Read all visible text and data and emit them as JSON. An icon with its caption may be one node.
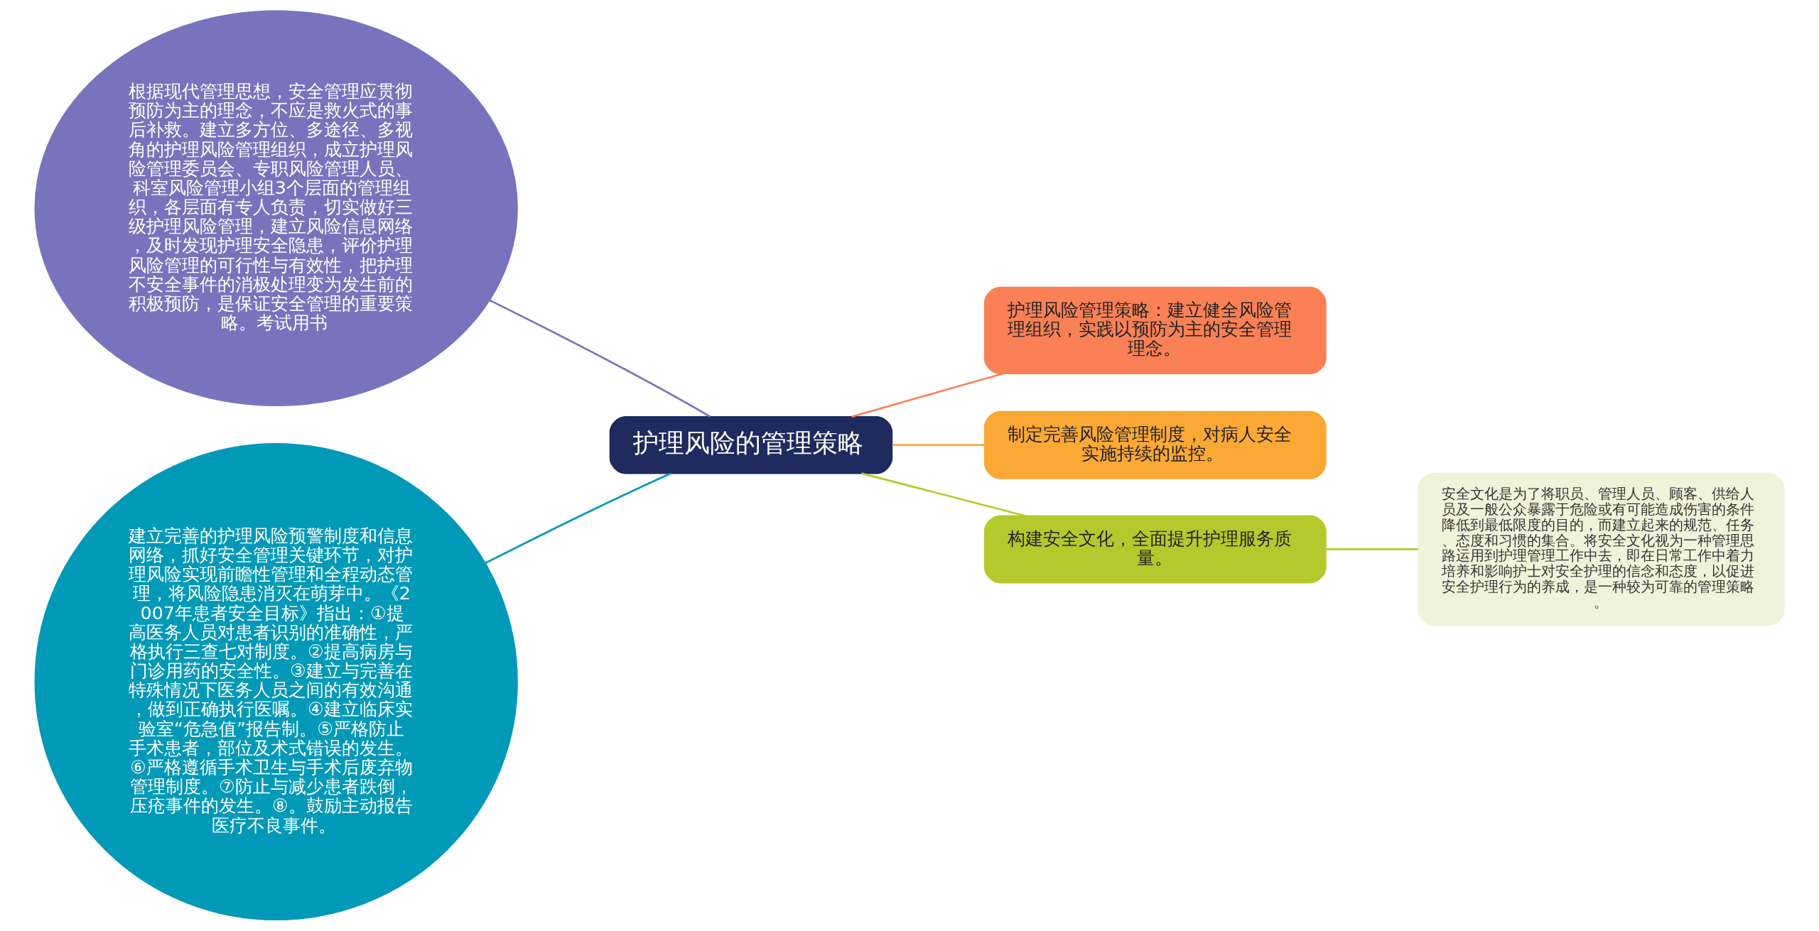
{
  "diagram": {
    "nodes": [
      {
        "text": [
          "护理风险的管理策略"
        ]
      },
      {
        "text": [
          "根据现代管理思想，安全管理应贯彻预防为主的理念，不应是救火式的事后补救。建立多方位、多途径、多视角的护理风险管理组织，成立护理风险管理委员会、专职风险管理人员、科室风险管理小组3个层面的管理组织，各层面有专人负责，切实做好三级护理风险管理，建立风险信息网络，及时发现护理安全隐患，评价护理风险管理的可行性与有效性，把护理不安全事件的消极处理变为发生前的积极预防，是保证安全管理的重要策略。考试用书"
        ]
      },
      {
        "text": [
          "建立完善的护理风险预警制度和信息网络，抓好安全管理关键环节，对护理风险实现前瞻性管理和全程动态管理，将风险隐患消灭在萌芽中。《2007年患者安全目标》指出：①提高医务人员对患者识别的准确性，严格执行三查七对制度。②提高病房与门诊用药的安全性。③建立与完善在特殊情况下医务人员之间的有效沟通，做到正确执行医嘱。④建立临床实验室“危急值”报告制。⑤严格防止手术患者，部位及术式错误的发生。⑥严格遵循手术卫生与手术后废弃物管理制度。⑦防止与减少患者跌倒，压疮事件的发生。⑧。鼓励主动报告医疗不良事件。"
        ]
      },
      {
        "text": [
          "护理风险管理策略：建立健全风险管理组织，实践以预防为主的安全管理理念。"
        ]
      },
      {
        "text": [
          "制定完善风险管理制度，对病人安全实施持续的监控。"
        ]
      },
      {
        "text": [
          "构建安全文化，全面提升护理服务质量。"
        ]
      },
      {
        "text": [
          "安全文化是为了将职员、管理人员、顾客、供给人员及一般公众暴露于危险或有可能造成伤害的条件降低到最低限度的目的，而建立起来的规范、任务、态度和习惯的集合。将安全文化视为一种管理思路运用到护理管理工作中去，即在日常工作中着力培养和影响护士对安全护理的信念和态度，以促进安全护理行为的养成，是一种较为可靠的管理策略。"
        ]
      }
    ],
    "edges": [
      {
        "from": 0,
        "to": 1,
        "arrow": "none",
        "color": "#7774bd"
      },
      {
        "from": 0,
        "to": 2,
        "arrow": "none",
        "color": "#0099b8"
      },
      {
        "from": 0,
        "to": 3,
        "arrow": "none",
        "color": "#fb8055"
      },
      {
        "from": 0,
        "to": 4,
        "arrow": "none",
        "color": "#fca834"
      },
      {
        "from": 0,
        "to": 5,
        "arrow": "none",
        "color": "#b5c92c"
      },
      {
        "from": 5,
        "to": 6,
        "arrow": "none",
        "color": "#b5c92c"
      }
    ]
  }
}
